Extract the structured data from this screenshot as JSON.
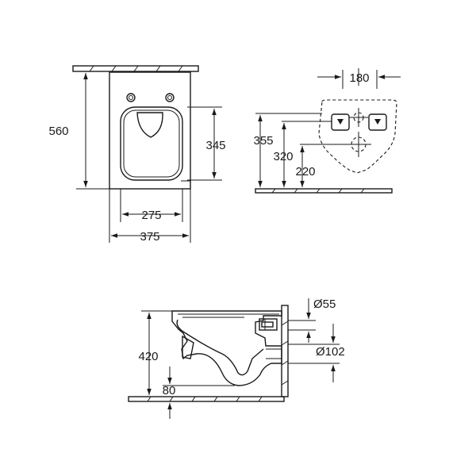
{
  "dimensions": {
    "front_height": "560",
    "seat_height": "345",
    "seat_width": "275",
    "overall_width": "375",
    "bolt_spacing": "180",
    "mount_355": "355",
    "mount_320": "320",
    "mount_220": "220",
    "side_height": "420",
    "floor_80": "80",
    "inlet_diameter": "Ø55",
    "outlet_diameter": "Ø102"
  }
}
